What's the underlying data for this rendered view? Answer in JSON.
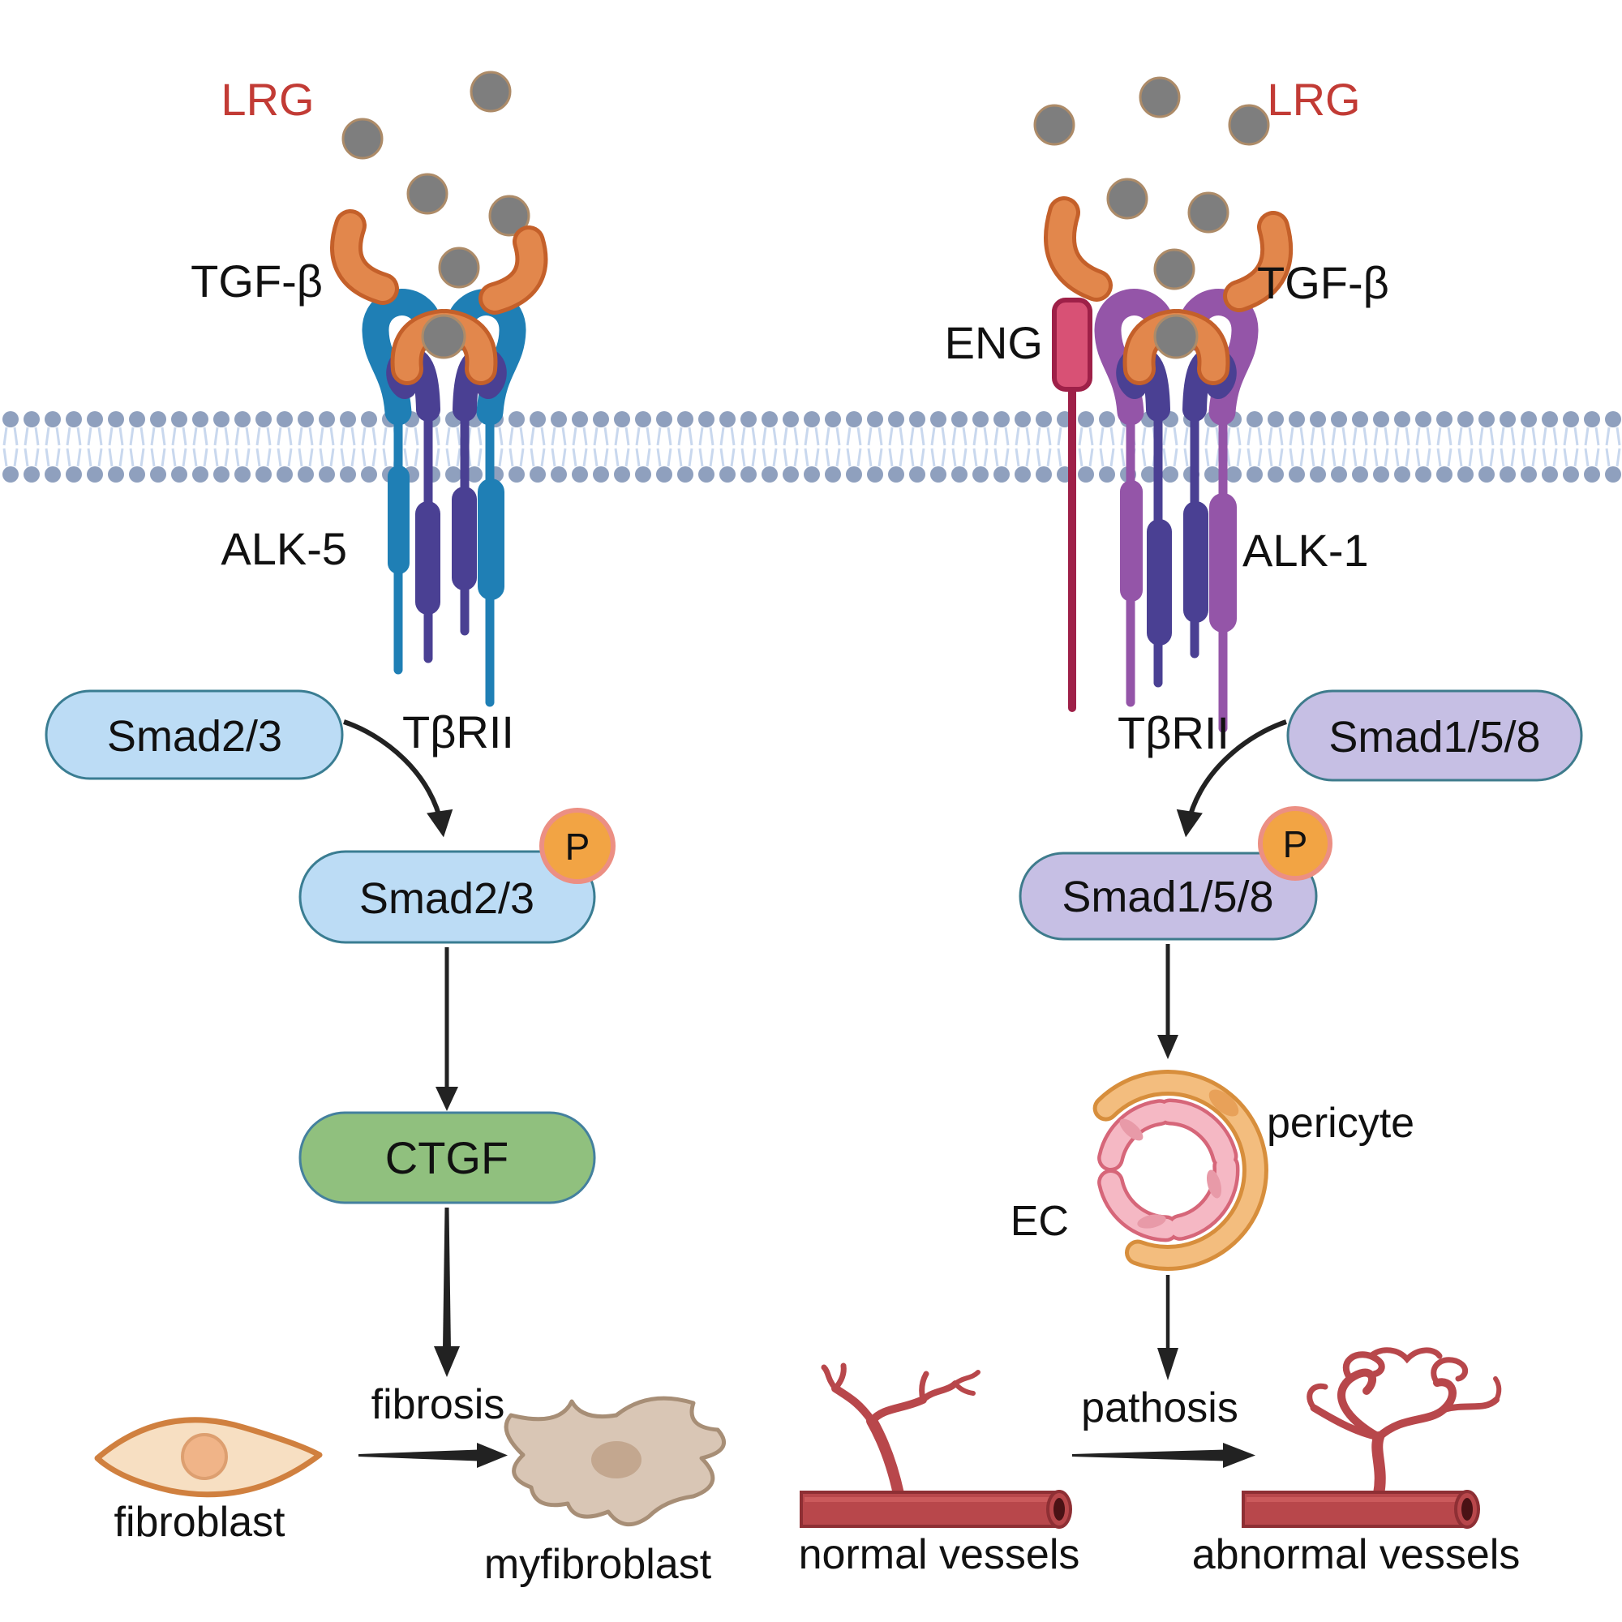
{
  "diagram": {
    "type": "signaling-pathway",
    "left": {
      "lrg_label": "LRG",
      "tgfb_label": "TGF-β",
      "receptor_alk_label": "ALK-5",
      "receptor_tbrii_label": "TβRII",
      "smad_label": "Smad2/3",
      "smad_phospho_label": "Smad2/3",
      "phospho_badge": "P",
      "target_label": "CTGF",
      "process_label": "fibrosis",
      "cell_from_label": "fibroblast",
      "cell_to_label": "myfibroblast"
    },
    "right": {
      "lrg_label": "LRG",
      "tgfb_label": "TGF-β",
      "coreceptor_label": "ENG",
      "receptor_alk_label": "ALK-1",
      "receptor_tbrii_label": "TβRII",
      "smad_label": "Smad1/5/8",
      "smad_phospho_label": "Smad1/5/8",
      "phospho_badge": "P",
      "endothelial_label": "EC",
      "pericyte_label": "pericyte",
      "process_label": "pathosis",
      "vessels_from_label": "normal vessels",
      "vessels_to_label": "abnormal vessels"
    },
    "colors": {
      "lrg_text": "#C23B35",
      "label_text": "#111111",
      "lrg_molecule": "#7E7E7E",
      "tgfb_ligand": "#E2874C",
      "alk5_receptor": "#1F7FB5",
      "tbrii_receptor": "#4A4093",
      "alk1_receptor": "#9455A8",
      "eng_receptor": "#D85175",
      "membrane_heads": "#8FA0BE",
      "membrane_tails": "#C9D8EE",
      "smad23_pill": "#BCDCF5",
      "smad158_pill": "#C6BFE4",
      "ctgf_pill": "#90C07E",
      "phospho_badge_fill": "#F2A444",
      "phospho_badge_ring": "#EC8F83",
      "vessel_red": "#B8474B"
    }
  }
}
